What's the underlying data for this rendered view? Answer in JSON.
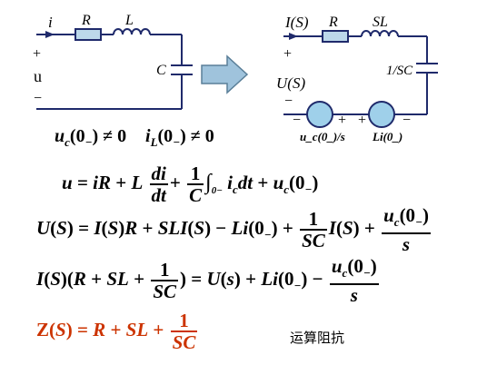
{
  "colors": {
    "ink": "#000000",
    "wire_blue": "#1f2a6b",
    "arrow_fill": "#9fc3dc",
    "arrow_stroke": "#5a7f98",
    "resistor_fill": "#bcd8ea",
    "source_fill": "#9fd0ea",
    "accent_red": "#cc3300"
  },
  "left_circuit": {
    "current": "i",
    "resistor": "R",
    "inductor": "L",
    "capacitor": "C",
    "plus": "+",
    "voltage": "u",
    "minus": "−"
  },
  "right_circuit": {
    "current": "I(S)",
    "resistor": "R",
    "inductor": "SL",
    "capacitor": "1/SC",
    "plus": "+",
    "voltage": "U(S)",
    "minus": "−",
    "source1_label": "u_c(0_)/s",
    "source2_label": "Li(0_)"
  },
  "initial_conditions": {
    "uc": "u_c(0_) ≠ 0",
    "il": "i_L(0_) ≠ 0"
  },
  "equations": {
    "eq1": "u = iR + L di/dt + 1/C ∫ i_c dt + u_c(0_)",
    "eq2": "U(S) = I(S)R + SLI(S) − Li(0_) + 1/SC I(S) + u_c(0_)/s",
    "eq3": "I(S)(R + SL + 1/SC) = U(s) + Li(0_) − u_c(0_)/s",
    "eq4": "Z(S) = R + SL + 1/SC"
  },
  "note": "运算阻抗"
}
